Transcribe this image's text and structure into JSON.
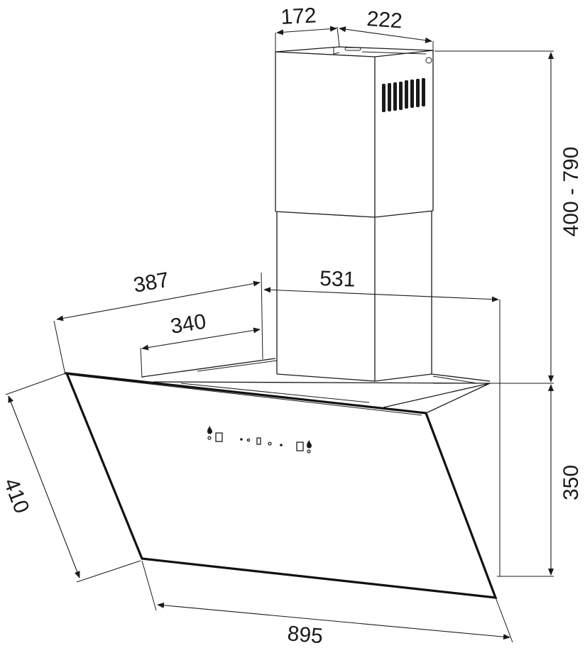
{
  "dimensions": {
    "chimney_width": "172",
    "chimney_depth": "222",
    "chimney_height": "400 - 790",
    "total_depth": "387",
    "canopy_depth": "340",
    "chimney_offset": "531",
    "glass_height": "410",
    "hood_height": "350",
    "width": "895"
  },
  "colors": {
    "line": "#1a1a1a",
    "background": "#ffffff"
  },
  "icons": [
    "vent-grill-icon",
    "control-panel-icon"
  ]
}
